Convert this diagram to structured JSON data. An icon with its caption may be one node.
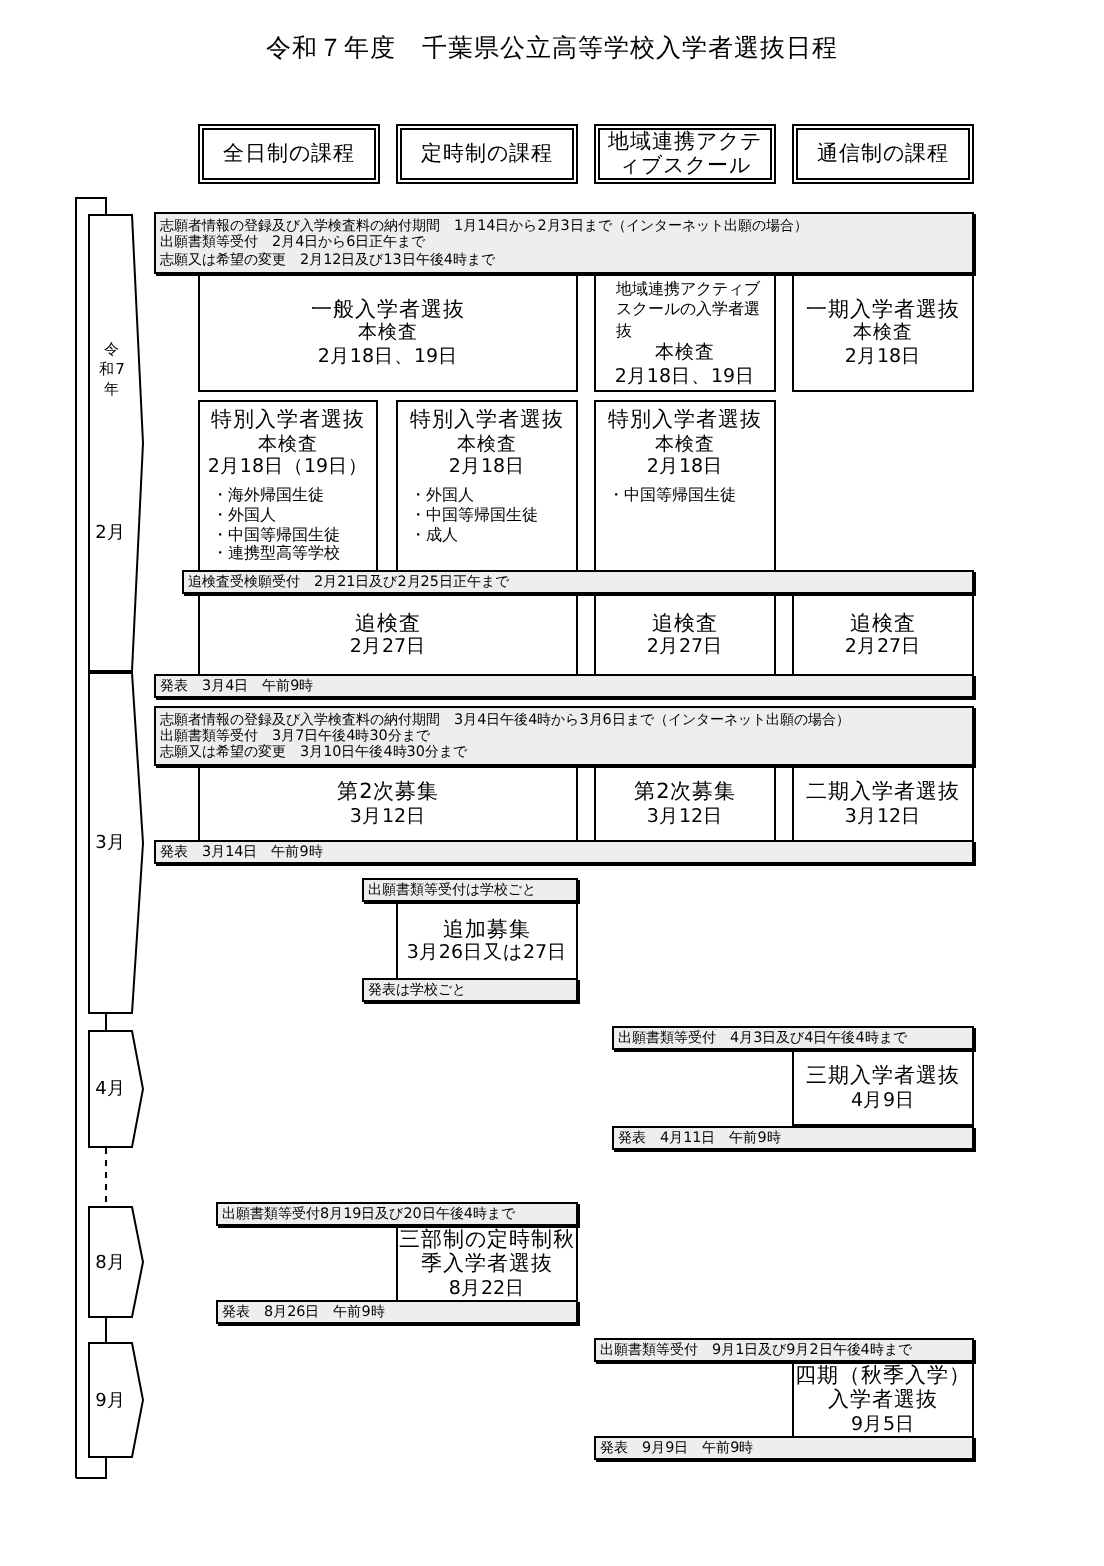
{
  "diagram": {
    "title": "令和７年度　千葉県公立高等学校入学者選抜日程",
    "nodes": [
      {
        "text": [
          "全日制の課程"
        ]
      },
      {
        "text": [
          "定時制の課程"
        ]
      },
      {
        "text": [
          "地域連携アクティブスクール"
        ]
      },
      {
        "text": [
          "通信制の課程"
        ]
      },
      {
        "text": [
          "令和7年",
          "2月"
        ]
      },
      {
        "text": [
          "志願者情報の登録及び入学検査料の納付期間　1月14日から2月3日まで（インターネット出願の場合）",
          "出願書類等受付　2月4日から6日正午まで",
          "志願又は希望の変更　2月12日及び13日午後4時まで"
        ]
      },
      {
        "text": [
          "一般入学者選抜",
          "本検査",
          "2月18日、19日"
        ]
      },
      {
        "text": [
          "地域連携アクティブスクールの入学者選抜",
          "本検査",
          "2月18日、19日"
        ]
      },
      {
        "text": [
          "一期入学者選抜",
          "本検査",
          "2月18日"
        ]
      },
      {
        "text": [
          "特別入学者選抜",
          "本検査",
          "2月18日（19日）",
          "・海外帰国生徒",
          "・外国人",
          "・中国等帰国生徒",
          "・連携型高等学校"
        ]
      },
      {
        "text": [
          "特別入学者選抜",
          "本検査",
          "2月18日",
          "・外国人",
          "・中国等帰国生徒",
          "・成人"
        ]
      },
      {
        "text": [
          "特別入学者選抜",
          "本検査",
          "2月18日",
          "・中国等帰国生徒"
        ]
      },
      {
        "text": [
          "追検査受検願受付　2月21日及び2月25日正午まで"
        ]
      },
      {
        "text": [
          "追検査",
          "2月27日"
        ]
      },
      {
        "text": [
          "追検査",
          "2月27日"
        ]
      },
      {
        "text": [
          "追検査",
          "2月27日"
        ]
      },
      {
        "text": [
          "発表　3月4日　午前9時"
        ]
      },
      {
        "text": [
          "3月"
        ]
      },
      {
        "text": [
          "志願者情報の登録及び入学検査料の納付期間　3月4日午後4時から3月6日まで（インターネット出願の場合）",
          "出願書類等受付　3月7日午後4時30分まで",
          "志願又は希望の変更　3月10日午後4時30分まで"
        ]
      },
      {
        "text": [
          "第2次募集",
          "3月12日"
        ]
      },
      {
        "text": [
          "第2次募集",
          "3月12日"
        ]
      },
      {
        "text": [
          "二期入学者選抜",
          "3月12日"
        ]
      },
      {
        "text": [
          "発表　3月14日　午前9時"
        ]
      },
      {
        "text": [
          "出願書類等受付は学校ごと"
        ]
      },
      {
        "text": [
          "追加募集",
          "3月26日又は27日"
        ]
      },
      {
        "text": [
          "発表は学校ごと"
        ]
      },
      {
        "text": [
          "4月"
        ]
      },
      {
        "text": [
          "出願書類等受付　4月3日及び4日午後4時まで"
        ]
      },
      {
        "text": [
          "三期入学者選抜",
          "4月9日"
        ]
      },
      {
        "text": [
          "発表　4月11日　午前9時"
        ]
      },
      {
        "text": [
          "8月"
        ]
      },
      {
        "text": [
          "出願書類等受付8月19日及び20日午後4時まで"
        ]
      },
      {
        "text": [
          "三部制の定時制秋季入学者選抜",
          "8月22日"
        ]
      },
      {
        "text": [
          "発表　8月26日　午前9時"
        ]
      },
      {
        "text": [
          "9月"
        ]
      },
      {
        "text": [
          "出願書類等受付　9月1日及び9月2日午後4時まで"
        ]
      },
      {
        "text": [
          "四期（秋季入学）入学者選抜",
          "9月5日"
        ]
      },
      {
        "text": [
          "発表　9月9日　午前9時"
        ]
      }
    ],
    "edges": [
      {
        "from": 17,
        "to": 26,
        "arrow": "none"
      },
      {
        "from": 26,
        "to": 30,
        "arrow": "none",
        "style": "dashed"
      },
      {
        "from": 30,
        "to": 34,
        "arrow": "none"
      }
    ]
  }
}
